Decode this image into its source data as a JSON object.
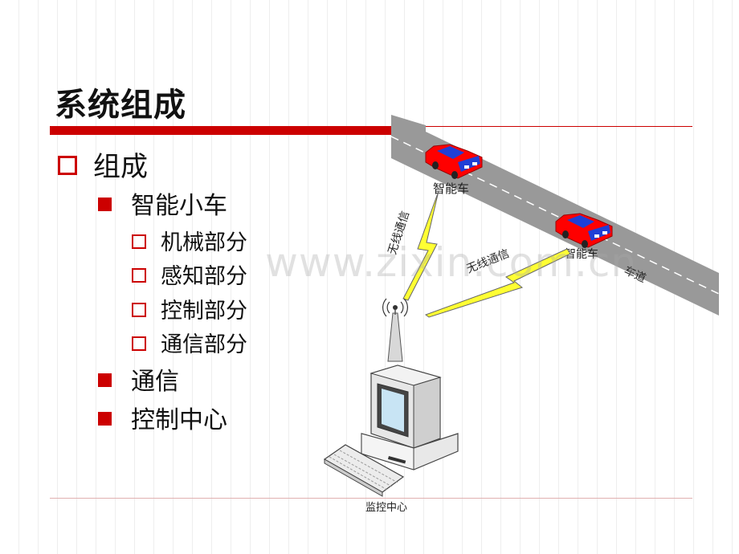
{
  "title": "系统组成",
  "outline": {
    "level1": "组成",
    "items": [
      {
        "label": "智能小车",
        "children": [
          "机械部分",
          "感知部分",
          "控制部分",
          "通信部分"
        ]
      },
      {
        "label": "通信"
      },
      {
        "label": "控制中心"
      }
    ]
  },
  "diagram": {
    "car_label_1": "智能车",
    "car_label_2": "智能车",
    "lane_label": "车道",
    "wireless_label_1": "无线通信",
    "wireless_label_2": "无线通信",
    "center_label": "监控中心"
  },
  "watermark": "www.zixin.com.cn",
  "colors": {
    "accent": "#cc0000",
    "road": "#999999",
    "bolt": "#ffff33",
    "car_body": "#ff0000",
    "car_roof": "#1f3fd6"
  }
}
